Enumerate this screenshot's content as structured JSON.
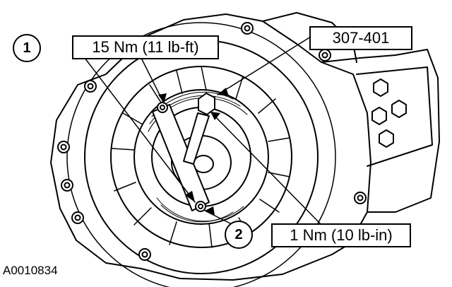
{
  "callouts": {
    "one": {
      "number": "1",
      "label": "15 Nm (11 lb-ft)"
    },
    "tool": {
      "label": "307-401"
    },
    "two": {
      "number": "2",
      "label": "1 Nm (10 lb-in)"
    }
  },
  "figure_id": "A0010834",
  "colors": {
    "line": "#000000",
    "background": "#ffffff"
  }
}
